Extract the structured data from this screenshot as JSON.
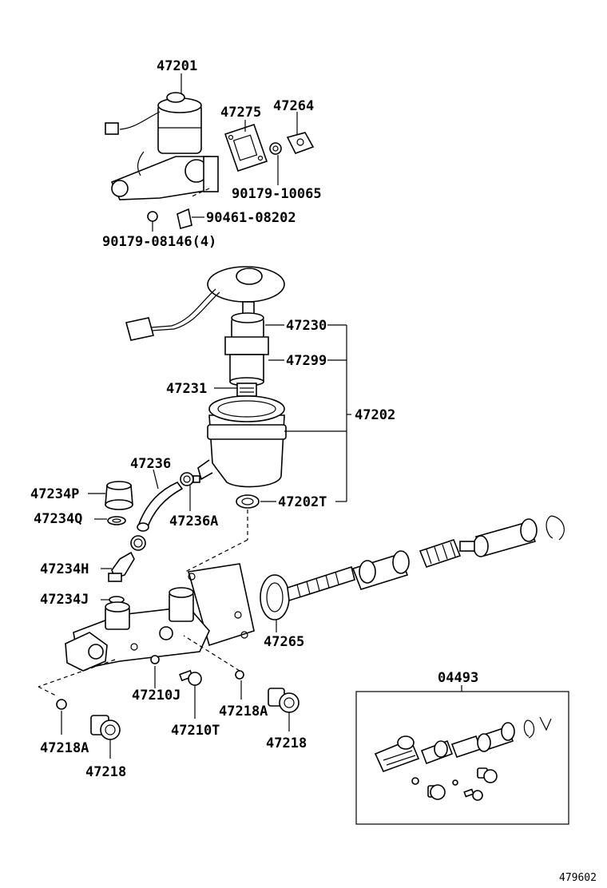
{
  "labels": {
    "p47201": "47201",
    "p47275": "47275",
    "p47264": "47264",
    "p90179_10065": "90179-10065",
    "p90461_08202": "90461-08202",
    "p90179_08146": "90179-08146(4)",
    "p47230": "47230",
    "p47299": "47299",
    "p47231": "47231",
    "p47202": "47202",
    "p47236": "47236",
    "p47234P": "47234P",
    "p47234Q": "47234Q",
    "p47236A": "47236A",
    "p47202T": "47202T",
    "p47234H": "47234H",
    "p47234J": "47234J",
    "p47265": "47265",
    "p47210J": "47210J",
    "p47218A_center": "47218A",
    "p47210T": "47210T",
    "p47218_center": "47218",
    "p47218A_left": "47218A",
    "p47218_left": "47218",
    "p04493": "04493"
  },
  "footer": {
    "code": "479602"
  }
}
